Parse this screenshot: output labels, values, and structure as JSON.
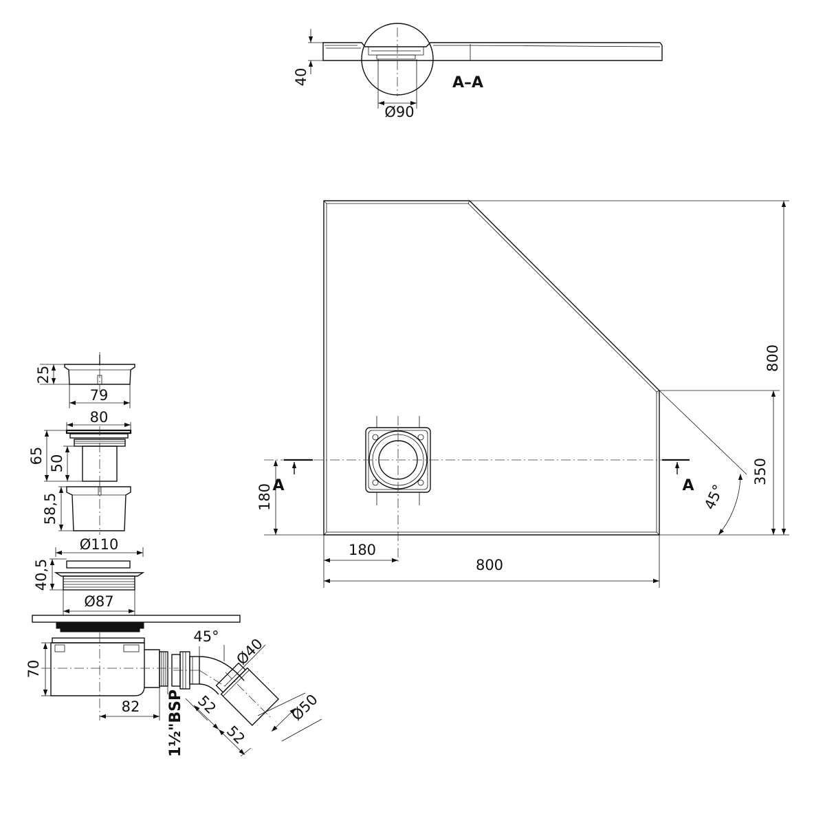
{
  "section": {
    "label": "A–A",
    "height": "40",
    "outlet_diameter": "Ø90"
  },
  "tray": {
    "width": "800",
    "depth": "800",
    "waste_offset_x": "180",
    "waste_offset_y": "180",
    "short_side": "350",
    "angle": "45°",
    "cut_marker_left": "A",
    "cut_marker_right": "A"
  },
  "waste_parts": {
    "grate_height": "25",
    "grate_width": "79",
    "strainer_width": "80",
    "strainer_total_height": "65",
    "strainer_body_height": "50",
    "body_height": "58,5",
    "flange_diameter": "Ø110",
    "nut_height": "40,5",
    "thread_diameter": "Ø87",
    "trap_height": "70",
    "trap_offset": "82",
    "thread_spec": "1½\"BSP",
    "elbow_angle": "45°",
    "elbow_inlet": "Ø40",
    "elbow_leg_1": "52",
    "elbow_leg_2": "52",
    "outlet_pipe": "Ø50"
  }
}
